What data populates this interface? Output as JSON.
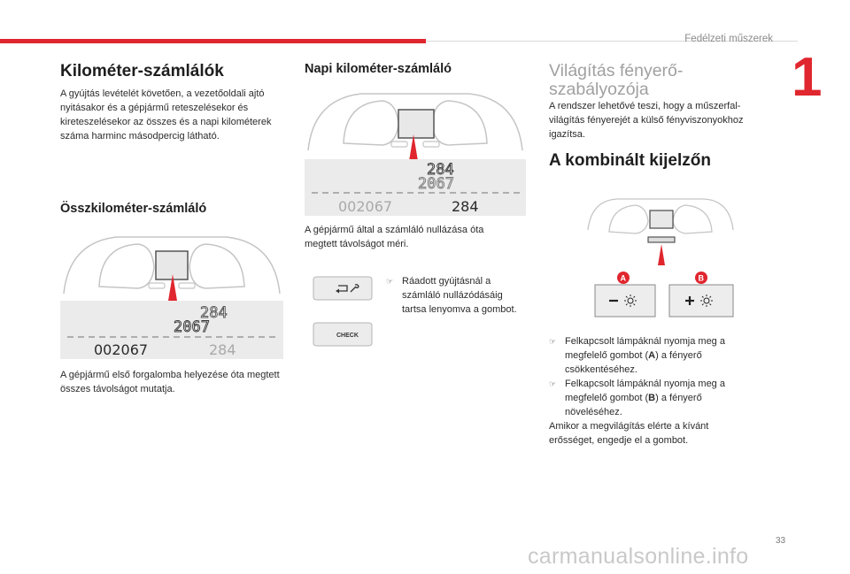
{
  "header": {
    "section_title": "Fedélzeti műszerek",
    "chapter_number": "1",
    "page_number": "33",
    "watermark": "carmanualsonline.info"
  },
  "colors": {
    "accent": "#e0262e",
    "text": "#2b2b2b",
    "muted": "#a0a0a0"
  },
  "col1": {
    "title": "Kilométer-számlálók",
    "intro": "A gyújtás levételét követően, a vezetőoldali ajtó nyitásakor és a gépjármű reteszelésekor és kireteszelésekor az összes és a napi kilométerek száma harminc másodpercig látható.",
    "total_title": "Összkilométer-számláló",
    "odo_top": "284",
    "odo_mid": "2067",
    "odo_total": "002067",
    "odo_trip": "284",
    "caption": "A gépjármű első forgalomba helyezése óta megtett összes távolságot mutatja."
  },
  "col2": {
    "title": "Napi kilométer-számláló",
    "odo_top": "284",
    "odo_mid": "2067",
    "odo_total": "002067",
    "odo_trip": "284",
    "caption": "A gépjármű által a számláló nullázása óta megtett távolságot méri.",
    "bullet": "Ráadott gyújtásnál a számláló nullázódásáig tartsa lenyomva a gombot.",
    "check_label": "CHECK"
  },
  "col3": {
    "title_line1": "Világítás fényerő-",
    "title_line2": "szabályozója",
    "intro": "A rendszer lehetővé teszi, hogy a műszerfal-világítás fényerejét a külső fényviszonyokhoz igazítsa.",
    "combined_title": "A kombinált kijelzőn",
    "button_a_label": "A",
    "button_b_label": "B",
    "bullet1_pre": "Felkapcsolt lámpáknál nyomja meg a megfelelő gombot (",
    "bullet1_key": "A",
    "bullet1_post": ") a fényerő csökkentéséhez.",
    "bullet2_pre": "Felkapcsolt lámpáknál nyomja meg a megfelelő gombot (",
    "bullet2_key": "B",
    "bullet2_post": ") a fényerő növeléséhez.",
    "closing": "Amikor a megvilágítás elérte a kívánt erősséget, engedje el a gombot."
  }
}
